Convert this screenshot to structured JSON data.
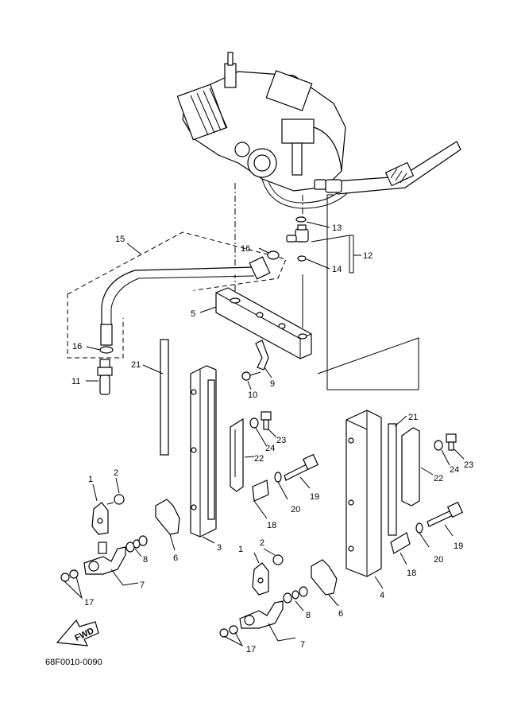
{
  "diagram_code": "68F0010-0090",
  "fwd_label": "FWD",
  "callouts": [
    "1",
    "2",
    "3",
    "4",
    "5",
    "6",
    "7",
    "8",
    "9",
    "10",
    "11",
    "12",
    "13",
    "14",
    "15",
    "16",
    "17",
    "18",
    "19",
    "20",
    "21",
    "22",
    "23",
    "24"
  ],
  "labels": {
    "n13": "13",
    "n12": "12",
    "n14": "14",
    "n15": "15",
    "n16a": "16",
    "n16b": "16",
    "n5": "5",
    "n21a": "21",
    "n11": "11",
    "n9": "9",
    "n10": "10",
    "n21b": "21",
    "n23a": "23",
    "n24a": "24",
    "n22a": "22",
    "n23b": "23",
    "n24b": "24",
    "n22b": "22",
    "n19a": "19",
    "n20a": "20",
    "n18a": "18",
    "n2a": "2",
    "n1a": "1",
    "n3": "3",
    "n6a": "6",
    "n8a": "8",
    "n7a": "7",
    "n17a": "17",
    "n19b": "19",
    "n20b": "20",
    "n18b": "18",
    "n2b": "2",
    "n1b": "1",
    "n4": "4",
    "n6b": "6",
    "n8b": "8",
    "n7b": "7",
    "n17b": "17"
  }
}
